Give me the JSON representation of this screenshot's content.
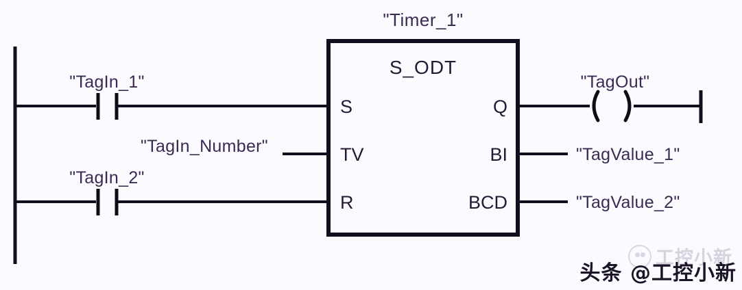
{
  "diagram": {
    "type": "ladder-logic-rung",
    "block": {
      "instance_name": "\"Timer_1\"",
      "function_name": "S_ODT",
      "inputs": [
        {
          "pin": "S",
          "source_label": "\"TagIn_1\"",
          "element": "normally-open-contact"
        },
        {
          "pin": "TV",
          "source_label": "\"TagIn_Number\"",
          "element": "value-wire"
        },
        {
          "pin": "R",
          "source_label": "\"TagIn_2\"",
          "element": "normally-open-contact"
        }
      ],
      "outputs": [
        {
          "pin": "Q",
          "target_label": "\"TagOut\"",
          "element": "output-coil"
        },
        {
          "pin": "BI",
          "target_label": "\"TagValue_1\"",
          "element": "value-wire"
        },
        {
          "pin": "BCD",
          "target_label": "\"TagValue_2\"",
          "element": "value-wire"
        }
      ]
    },
    "colors": {
      "background": "#fafaff",
      "wire": "#120d1c",
      "tag_text": "#3b2b52",
      "pin_text": "#241a34"
    }
  },
  "watermark": {
    "text": "头条 @工控小新",
    "ghost_text": "工控小新"
  }
}
